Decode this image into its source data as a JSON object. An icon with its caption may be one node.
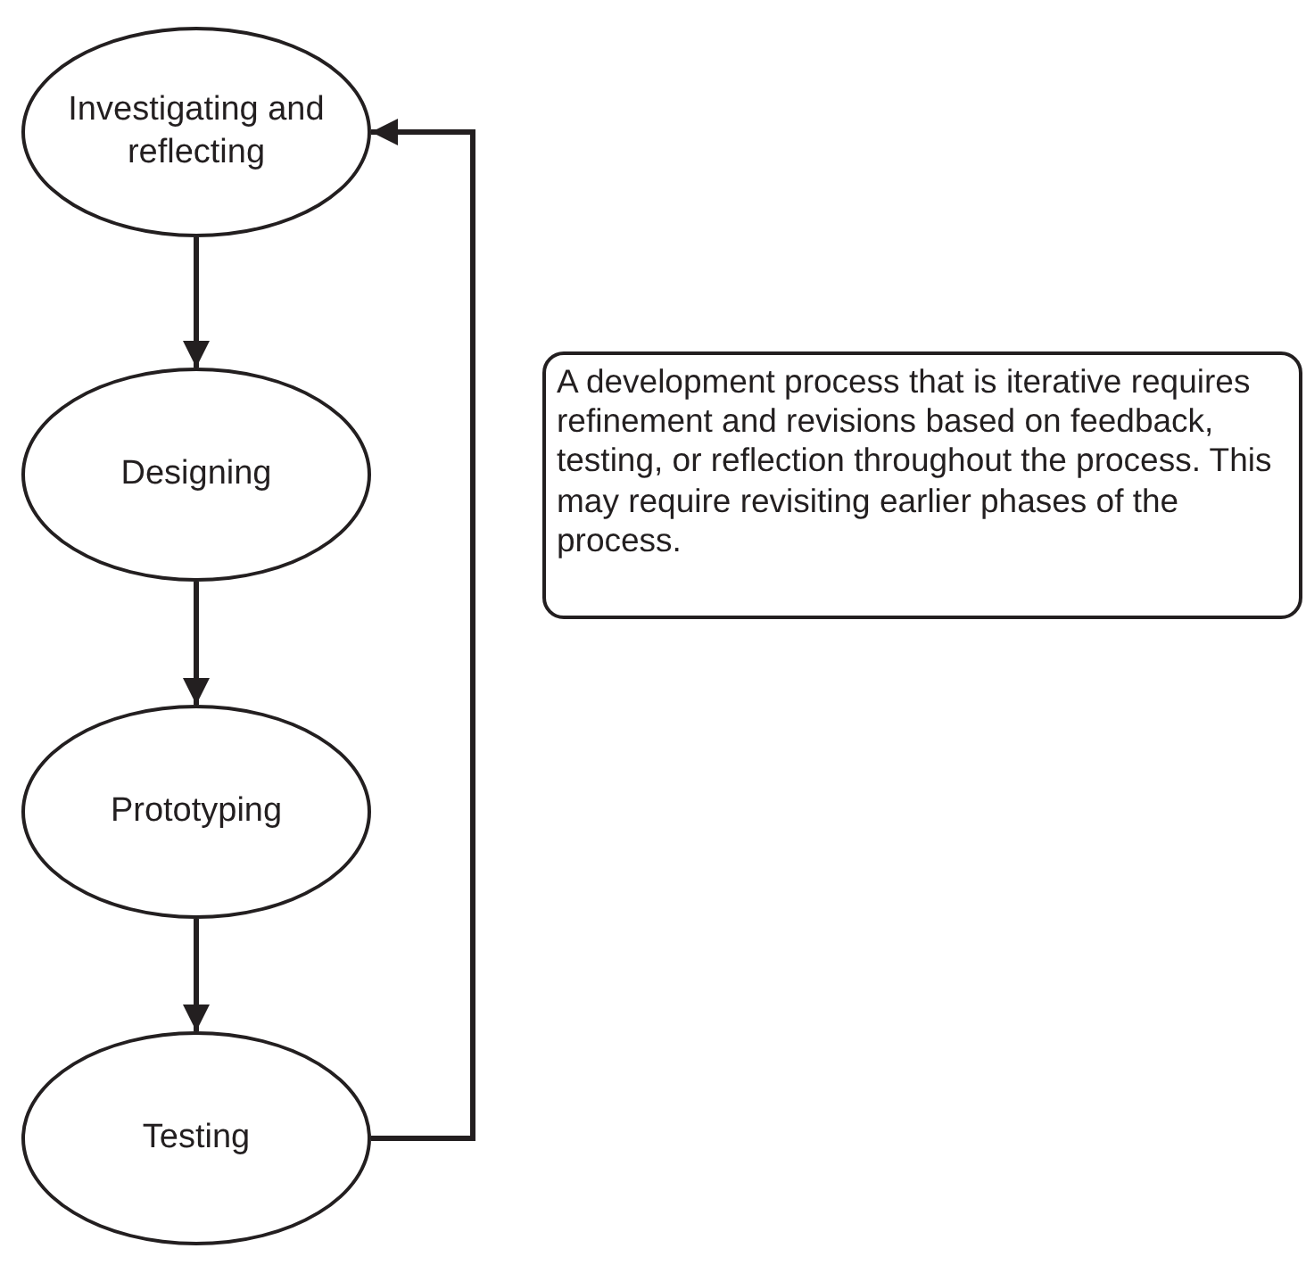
{
  "diagram": {
    "nodes": [
      {
        "text": [
          "Investigating and reflecting"
        ]
      },
      {
        "text": [
          "Designing"
        ]
      },
      {
        "text": [
          "Prototyping"
        ]
      },
      {
        "text": [
          "Testing"
        ]
      },
      {
        "text": [
          "A development process that is iterative requires refinement and revisions based on feedback, testing, or reflection throughout the process. This may require revisiting earlier phases of the process."
        ]
      }
    ],
    "edges": [
      {
        "from": 0,
        "to": 1,
        "arrow": "to"
      },
      {
        "from": 1,
        "to": 2,
        "arrow": "to"
      },
      {
        "from": 2,
        "to": 3,
        "arrow": "to"
      },
      {
        "from": 3,
        "to": 0,
        "arrow": "to"
      }
    ]
  }
}
